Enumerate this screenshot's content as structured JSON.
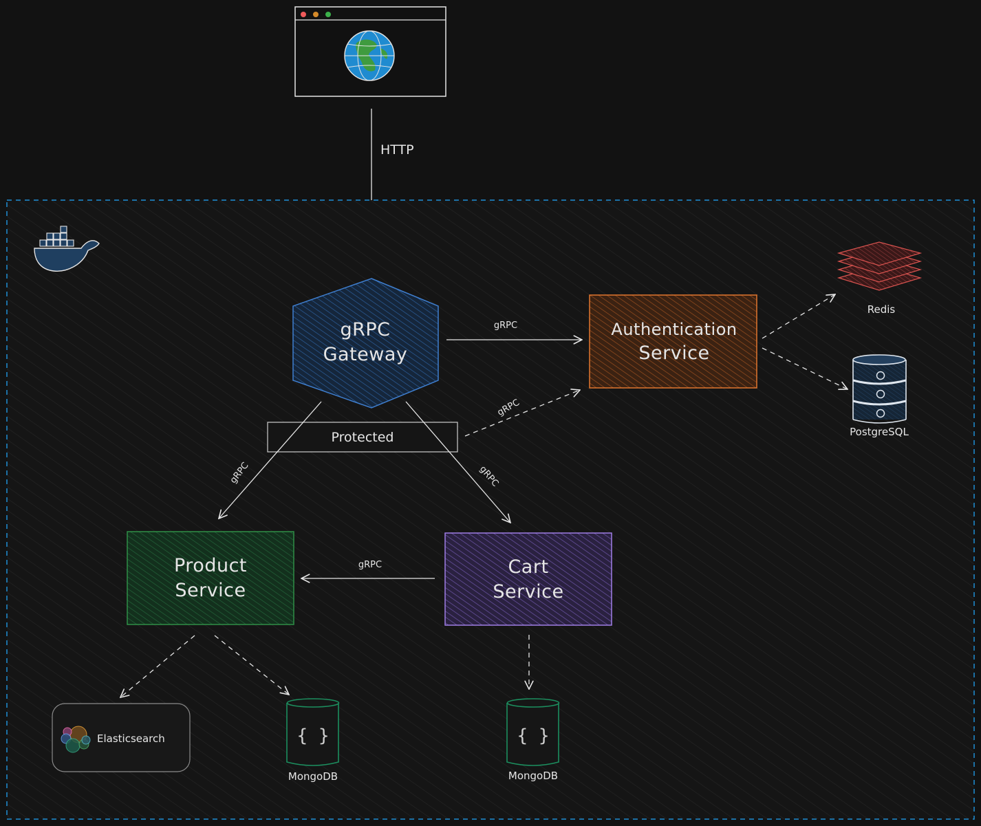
{
  "edges": {
    "http": "HTTP",
    "grpc_auth": "gRPC",
    "grpc_protected_auth": "gRPC",
    "grpc_product": "gRPC",
    "grpc_cart": "gRPC",
    "grpc_cart_product": "gRPC"
  },
  "nodes": {
    "gateway": {
      "line1": "gRPC",
      "line2": "Gateway"
    },
    "protected": {
      "label": "Protected"
    },
    "auth": {
      "line1": "Authentication",
      "line2": "Service"
    },
    "product": {
      "line1": "Product",
      "line2": "Service"
    },
    "cart": {
      "line1": "Cart",
      "line2": "Service"
    },
    "redis": {
      "label": "Redis"
    },
    "postgres": {
      "label": "PostgreSQL"
    },
    "elasticsearch": {
      "label": "Elasticsearch"
    },
    "mongo_product": {
      "label": "MongoDB",
      "glyph": "{ }"
    },
    "mongo_cart": {
      "label": "MongoDB",
      "glyph": "{ }"
    }
  },
  "colors": {
    "background": "#121212",
    "container_border": "#1f8fd6",
    "gateway": "#3f7fd0",
    "auth": "#e2762f",
    "product": "#2f8f46",
    "cart": "#a07ee6",
    "redis": "#d9534f",
    "postgres": "#dfe6ee",
    "mongo": "#1c8f5f",
    "arrow": "#e6e6e6"
  },
  "icons": {
    "browser": "browser-window-icon",
    "globe": "globe-icon",
    "docker": "docker-whale-icon",
    "redis": "redis-stack-icon",
    "postgres": "database-cylinder-icon",
    "elasticsearch": "elasticsearch-logo-icon",
    "mongo": "mongodb-cylinder-icon"
  }
}
